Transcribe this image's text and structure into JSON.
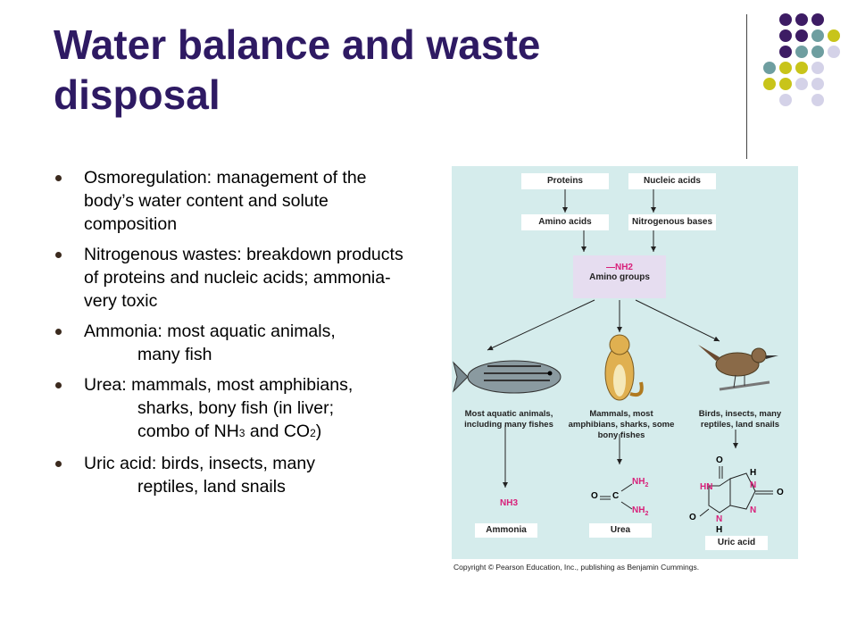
{
  "title": "Water balance and waste disposal",
  "bullets": [
    {
      "text": "Osmoregulation: management of the body’s water content and solute composition"
    },
    {
      "text": "Nitrogenous wastes:  breakdown products of proteins and nucleic acids; ammonia-very toxic"
    },
    {
      "first": "Ammonia: most aquatic animals,",
      "cont": "many fish"
    },
    {
      "first": "Urea: mammals, most amphibians,",
      "cont1": "sharks, bony fish (in liver;",
      "cont2a": "combo of NH",
      "sub1": "3",
      "cont2b": " and CO",
      "sub2": "2",
      "cont2c": ")"
    },
    {
      "first": "Uric acid: birds, insects, many",
      "cont": "reptiles, land snails"
    }
  ],
  "figure": {
    "proteins": "Proteins",
    "nucleic_acids": "Nucleic acids",
    "amino_acids": "Amino acids",
    "nitrogenous_bases": "Nitrogenous bases",
    "nh2": "—NH2",
    "amino_groups": "Amino groups",
    "cap_left": "Most aquatic animals, including many fishes",
    "cap_mid": "Mammals, most amphibians, sharks, some bony fishes",
    "cap_right": "Birds, insects, many reptiles, land snails",
    "nh3": "NH3",
    "ammonia": "Ammonia",
    "urea": "Urea",
    "uric_acid": "Uric acid"
  },
  "copyright": "Copyright © Pearson Education, Inc., publishing as Benjamin Cummings.",
  "colors": {
    "purple": "#3d1c64",
    "teal": "#6e9ea0",
    "yellow": "#c8c41a",
    "lavender": "#d4d2e8",
    "title": "#2e1a63",
    "pink": "#d8207a"
  }
}
